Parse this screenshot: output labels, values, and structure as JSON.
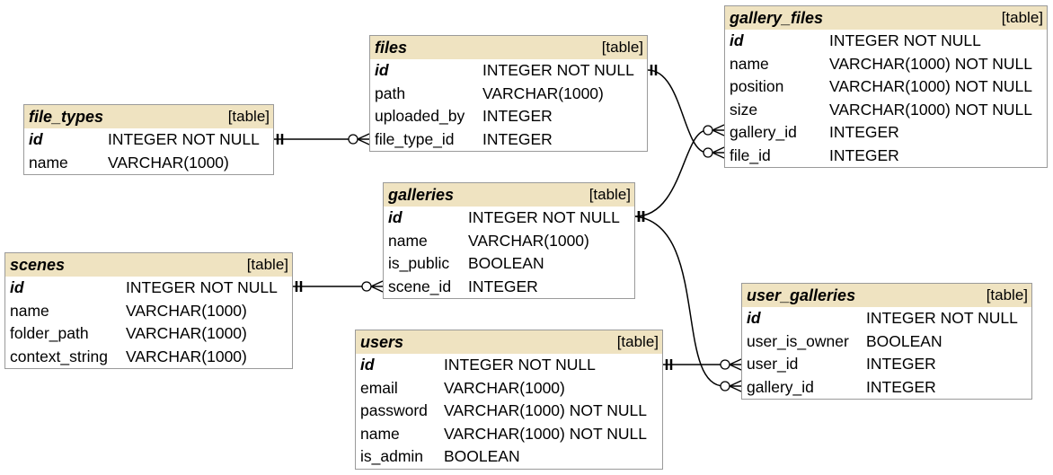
{
  "tables": [
    {
      "id": "file_types",
      "name": "file_types",
      "kind": "[table]",
      "columns": [
        {
          "name": "id",
          "type": "INTEGER NOT NULL",
          "pk": true
        },
        {
          "name": "name",
          "type": "VARCHAR(1000)"
        }
      ]
    },
    {
      "id": "files",
      "name": "files",
      "kind": "[table]",
      "columns": [
        {
          "name": "id",
          "type": "INTEGER NOT NULL",
          "pk": true
        },
        {
          "name": "path",
          "type": "VARCHAR(1000)"
        },
        {
          "name": "uploaded_by",
          "type": "INTEGER"
        },
        {
          "name": "file_type_id",
          "type": "INTEGER"
        }
      ]
    },
    {
      "id": "gallery_files",
      "name": "gallery_files",
      "kind": "[table]",
      "columns": [
        {
          "name": "id",
          "type": "INTEGER NOT NULL",
          "pk": true
        },
        {
          "name": "name",
          "type": "VARCHAR(1000) NOT NULL"
        },
        {
          "name": "position",
          "type": "VARCHAR(1000) NOT NULL"
        },
        {
          "name": "size",
          "type": "VARCHAR(1000) NOT NULL"
        },
        {
          "name": "gallery_id",
          "type": "INTEGER"
        },
        {
          "name": "file_id",
          "type": "INTEGER"
        }
      ]
    },
    {
      "id": "galleries",
      "name": "galleries",
      "kind": "[table]",
      "columns": [
        {
          "name": "id",
          "type": "INTEGER NOT NULL",
          "pk": true
        },
        {
          "name": "name",
          "type": "VARCHAR(1000)"
        },
        {
          "name": "is_public",
          "type": "BOOLEAN"
        },
        {
          "name": "scene_id",
          "type": "INTEGER"
        }
      ]
    },
    {
      "id": "scenes",
      "name": "scenes",
      "kind": "[table]",
      "columns": [
        {
          "name": "id",
          "type": "INTEGER NOT NULL",
          "pk": true
        },
        {
          "name": "name",
          "type": "VARCHAR(1000)"
        },
        {
          "name": "folder_path",
          "type": "VARCHAR(1000)"
        },
        {
          "name": "context_string",
          "type": "VARCHAR(1000)"
        }
      ]
    },
    {
      "id": "users",
      "name": "users",
      "kind": "[table]",
      "columns": [
        {
          "name": "id",
          "type": "INTEGER NOT NULL",
          "pk": true
        },
        {
          "name": "email",
          "type": "VARCHAR(1000)"
        },
        {
          "name": "password",
          "type": "VARCHAR(1000) NOT NULL"
        },
        {
          "name": "name",
          "type": "VARCHAR(1000) NOT NULL"
        },
        {
          "name": "is_admin",
          "type": "BOOLEAN"
        }
      ]
    },
    {
      "id": "user_galleries",
      "name": "user_galleries",
      "kind": "[table]",
      "columns": [
        {
          "name": "id",
          "type": "INTEGER NOT NULL",
          "pk": true
        },
        {
          "name": "user_is_owner",
          "type": "BOOLEAN"
        },
        {
          "name": "user_id",
          "type": "INTEGER"
        },
        {
          "name": "gallery_id",
          "type": "INTEGER"
        }
      ]
    }
  ],
  "relationships": [
    {
      "from_table": "files",
      "from_column": "file_type_id",
      "to_table": "file_types",
      "to_column": "id",
      "cardinality": "many-to-one"
    },
    {
      "from_table": "gallery_files",
      "from_column": "file_id",
      "to_table": "files",
      "to_column": "id",
      "cardinality": "many-to-one"
    },
    {
      "from_table": "gallery_files",
      "from_column": "gallery_id",
      "to_table": "galleries",
      "to_column": "id",
      "cardinality": "many-to-one"
    },
    {
      "from_table": "galleries",
      "from_column": "scene_id",
      "to_table": "scenes",
      "to_column": "id",
      "cardinality": "many-to-one"
    },
    {
      "from_table": "user_galleries",
      "from_column": "user_id",
      "to_table": "users",
      "to_column": "id",
      "cardinality": "many-to-one"
    },
    {
      "from_table": "user_galleries",
      "from_column": "gallery_id",
      "to_table": "galleries",
      "to_column": "id",
      "cardinality": "many-to-one"
    }
  ],
  "colors": {
    "header_bg": "#efe3c1",
    "border": "#9a9a9a",
    "line": "#000000"
  }
}
